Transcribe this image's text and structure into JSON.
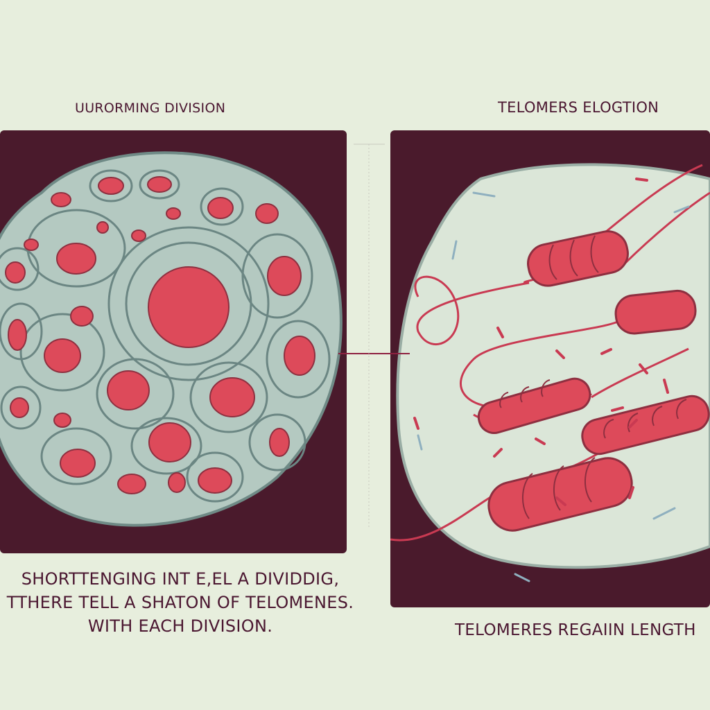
{
  "titles": {
    "left": "UURORMING DIVISION",
    "right": "TELOMERS ELOGTION"
  },
  "captions": {
    "left_lines": [
      "SHORTTENGING INT E,EL A DIVIDDIG,",
      "TTHERE TELL A SHATON OF TELOMENES.",
      "WITH EACH DIVISION."
    ],
    "right": "TELOMERES REGAIIN LENGTH"
  },
  "colors": {
    "background": "#e7eedd",
    "panel": "#4a1a2c",
    "cell_left": "#b7cbc2",
    "cell_right": "#dfe9dc",
    "chromatin": "#dd4a5a",
    "text": "#4a1630"
  }
}
